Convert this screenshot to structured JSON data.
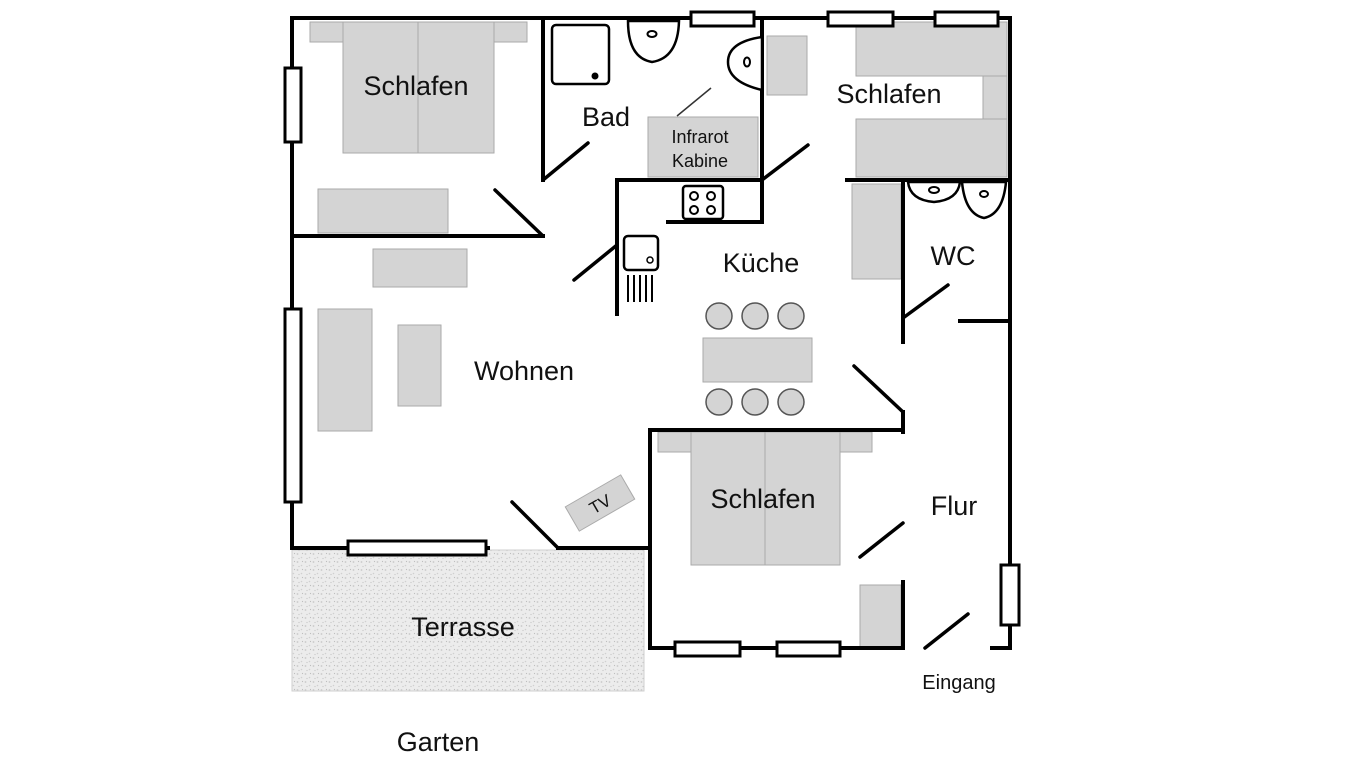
{
  "rooms": {
    "schlafen_nw": "Schlafen",
    "bad": "Bad",
    "infrarot_line1": "Infrarot",
    "infrarot_line2": "Kabine",
    "schlafen_ne": "Schlafen",
    "kueche": "Küche",
    "wc": "WC",
    "wohnen": "Wohnen",
    "tv": "TV",
    "schlafen_s": "Schlafen",
    "flur": "Flur",
    "terrasse": "Terrasse",
    "eingang": "Eingang",
    "garten": "Garten"
  },
  "colors": {
    "wall": "#000000",
    "furniture": "#d4d4d4",
    "terrace": "#e6e6e6"
  }
}
